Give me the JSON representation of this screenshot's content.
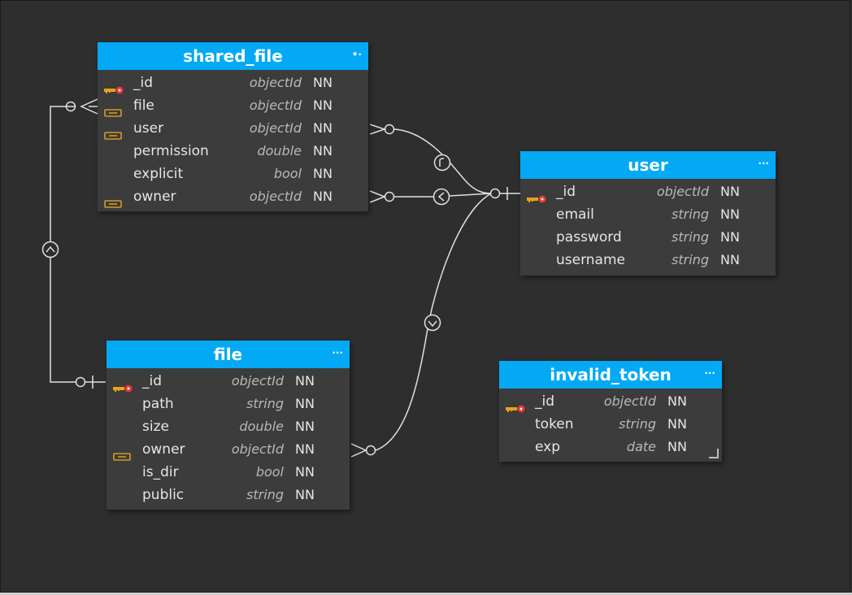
{
  "entities": {
    "shared_file": {
      "title": "shared_file",
      "menu": "•·",
      "fields": [
        {
          "name": "_id",
          "type": "objectId",
          "nn": "NN",
          "icon": "primary-key-icon"
        },
        {
          "name": "file",
          "type": "objectId",
          "nn": "NN",
          "icon": "foreign-key-icon"
        },
        {
          "name": "user",
          "type": "objectId",
          "nn": "NN",
          "icon": "foreign-key-icon"
        },
        {
          "name": "permission",
          "type": "double",
          "nn": "NN",
          "icon": ""
        },
        {
          "name": "explicit",
          "type": "bool",
          "nn": "NN",
          "icon": ""
        },
        {
          "name": "owner",
          "type": "objectId",
          "nn": "NN",
          "icon": "foreign-key-icon"
        }
      ]
    },
    "user": {
      "title": "user",
      "menu": "···",
      "fields": [
        {
          "name": "_id",
          "type": "objectId",
          "nn": "NN",
          "icon": "primary-key-icon"
        },
        {
          "name": "email",
          "type": "string",
          "nn": "NN",
          "icon": ""
        },
        {
          "name": "password",
          "type": "string",
          "nn": "NN",
          "icon": ""
        },
        {
          "name": "username",
          "type": "string",
          "nn": "NN",
          "icon": ""
        }
      ]
    },
    "file": {
      "title": "file",
      "menu": "···",
      "fields": [
        {
          "name": "_id",
          "type": "objectId",
          "nn": "NN",
          "icon": "primary-key-icon"
        },
        {
          "name": "path",
          "type": "string",
          "nn": "NN",
          "icon": ""
        },
        {
          "name": "size",
          "type": "double",
          "nn": "NN",
          "icon": ""
        },
        {
          "name": "owner",
          "type": "objectId",
          "nn": "NN",
          "icon": "foreign-key-icon"
        },
        {
          "name": "is_dir",
          "type": "bool",
          "nn": "NN",
          "icon": ""
        },
        {
          "name": "public",
          "type": "string",
          "nn": "NN",
          "icon": ""
        }
      ]
    },
    "invalid_token": {
      "title": "invalid_token",
      "menu": "···",
      "fields": [
        {
          "name": "_id",
          "type": "objectId",
          "nn": "NN",
          "icon": "primary-key-icon"
        },
        {
          "name": "token",
          "type": "string",
          "nn": "NN",
          "icon": ""
        },
        {
          "name": "exp",
          "type": "date",
          "nn": "NN",
          "icon": ""
        }
      ]
    }
  },
  "relationships": [
    {
      "from": "shared_file.file",
      "to": "file._id",
      "cardinality": "many-to-one"
    },
    {
      "from": "shared_file.user",
      "to": "user._id",
      "cardinality": "many-to-one"
    },
    {
      "from": "shared_file.owner",
      "to": "user._id",
      "cardinality": "many-to-one"
    },
    {
      "from": "file.owner",
      "to": "user._id",
      "cardinality": "many-to-one"
    }
  ],
  "colors": {
    "background": "#2e2e2e",
    "entity_header": "#03a9f4",
    "entity_body": "#3c3c3c",
    "line": "#e0e0e0",
    "primary_key": "#e8a317",
    "foreign_key": "#d49a1e"
  }
}
